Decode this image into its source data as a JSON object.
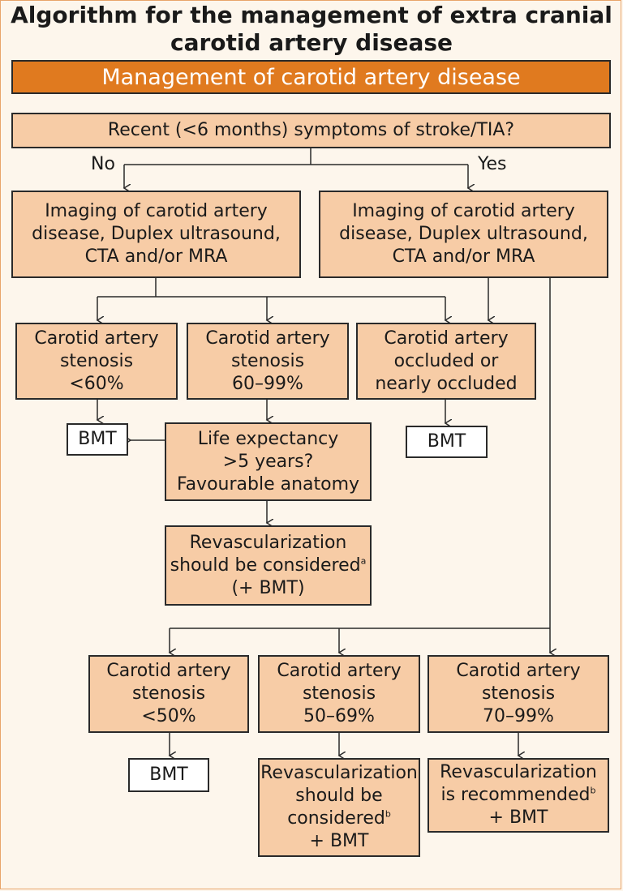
{
  "title": {
    "line1": "Algorithm for the management of extra cranial",
    "line2": "carotid artery disease"
  },
  "header": "Management of carotid artery disease",
  "question": "Recent (<6 months) symptoms of stroke/TIA?",
  "branch_no": "No",
  "branch_yes": "Yes",
  "imaging_left": [
    "Imaging of carotid artery",
    "disease, Duplex ultrasound,",
    "CTA and/or MRA"
  ],
  "imaging_right": [
    "Imaging of carotid artery",
    "disease, Duplex ultrasound,",
    "CTA and/or MRA"
  ],
  "asym_lt60": [
    "Carotid artery",
    "stenosis",
    "<60%"
  ],
  "asym_60_99": [
    "Carotid artery",
    "stenosis",
    "60–99%"
  ],
  "occluded": [
    "Carotid artery",
    "occluded or",
    "nearly occluded"
  ],
  "bmt": "BMT",
  "life_expectancy": [
    "Life expectancy",
    ">5 years?",
    "Favourable anatomy"
  ],
  "revasc_asym": {
    "line1": "Revascularization",
    "line2": "should be considered",
    "line2_sup": "a",
    "line3": "(+ BMT)"
  },
  "sym_lt50": [
    "Carotid artery",
    "stenosis",
    "<50%"
  ],
  "sym_50_69": [
    "Carotid artery",
    "stenosis",
    "50–69%"
  ],
  "sym_70_99": [
    "Carotid artery",
    "stenosis",
    "70–99%"
  ],
  "revasc_50_69": {
    "line1": "Revascularization",
    "line2": "should be",
    "line3": "considered",
    "line3_sup": "b",
    "line4": "+ BMT"
  },
  "revasc_70_99": {
    "line1": "Revascularization",
    "line2": "is recommended",
    "line2_sup": "b",
    "line3": "+ BMT"
  }
}
